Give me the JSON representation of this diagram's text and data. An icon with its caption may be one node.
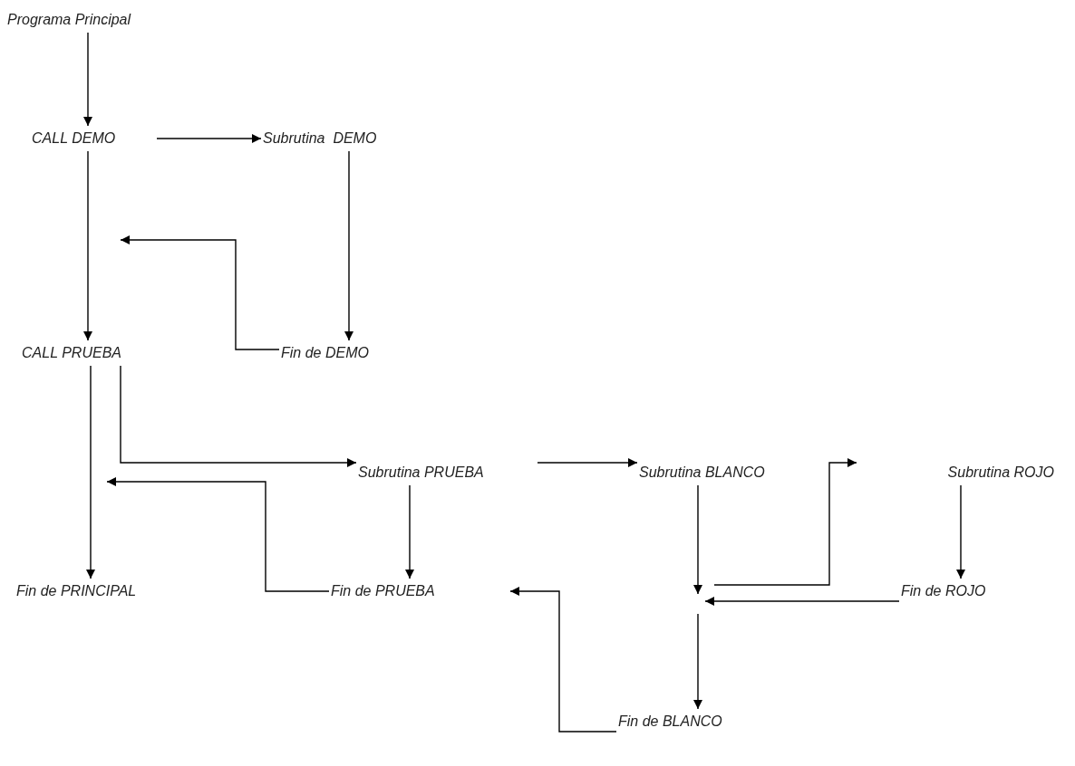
{
  "diagram": {
    "nodes": [
      {
        "text": [
          "Programa Principal"
        ]
      },
      {
        "text": [
          "CALL DEMO"
        ]
      },
      {
        "text": [
          "Subrutina  DEMO"
        ]
      },
      {
        "text": [
          "CALL PRUEBA"
        ]
      },
      {
        "text": [
          "Fin de DEMO"
        ]
      },
      {
        "text": [
          "Subrutina PRUEBA"
        ]
      },
      {
        "text": [
          "Subrutina BLANCO"
        ]
      },
      {
        "text": [
          "Subrutina ROJO"
        ]
      },
      {
        "text": [
          "Fin de PRINCIPAL"
        ]
      },
      {
        "text": [
          "Fin de PRUEBA"
        ]
      },
      {
        "text": [
          "Fin de ROJO"
        ]
      },
      {
        "text": [
          "Fin de BLANCO"
        ]
      }
    ],
    "edges": [
      {
        "from": 0,
        "to": 1,
        "arrow": "to"
      },
      {
        "from": 1,
        "to": 2,
        "arrow": "to"
      },
      {
        "from": 1,
        "to": 3,
        "arrow": "to"
      },
      {
        "from": 2,
        "to": 4,
        "arrow": "to"
      },
      {
        "from": 4,
        "to": null,
        "arrow": "to"
      },
      {
        "from": 3,
        "to": 8,
        "arrow": "to"
      },
      {
        "from": 3,
        "to": 5,
        "arrow": "to"
      },
      {
        "from": 5,
        "to": 6,
        "arrow": "to"
      },
      {
        "from": 5,
        "to": 9,
        "arrow": "to"
      },
      {
        "from": 9,
        "to": null,
        "arrow": "to"
      },
      {
        "from": 6,
        "to": null,
        "arrow": "to"
      },
      {
        "from": null,
        "to": 7,
        "arrow": "to"
      },
      {
        "from": 7,
        "to": 10,
        "arrow": "to"
      },
      {
        "from": 10,
        "to": null,
        "arrow": "to"
      },
      {
        "from": null,
        "to": 11,
        "arrow": "to"
      },
      {
        "from": 11,
        "to": 9,
        "arrow": "to"
      }
    ]
  }
}
